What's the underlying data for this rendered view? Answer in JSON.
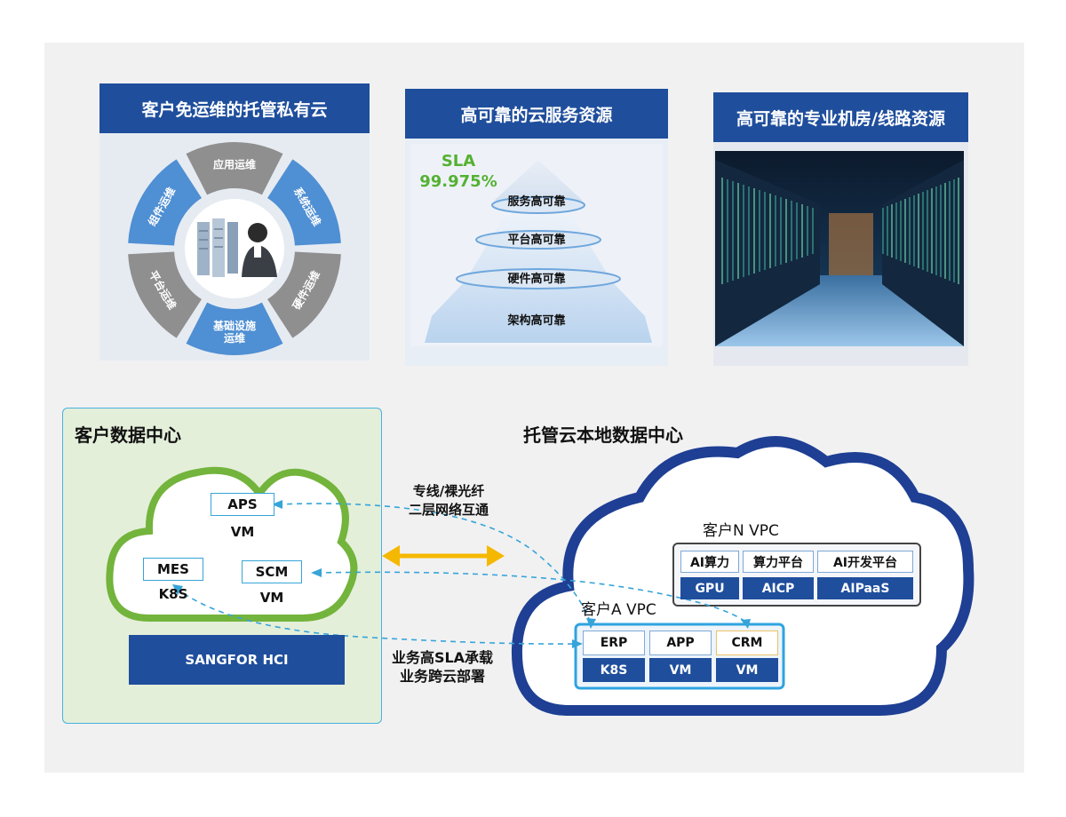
{
  "panels": {
    "managed_cloud": {
      "title": "客户免运维的托管私有云",
      "segments": [
        "应用运维",
        "系统运维",
        "硬件运维",
        "基础设施运维",
        "平台运维",
        "组件运维"
      ]
    },
    "cloud_service": {
      "title": "高可靠的云服务资源",
      "sla_label": "SLA",
      "sla_value": "99.975%",
      "levels": [
        "服务高可靠",
        "平台高可靠",
        "硬件高可靠",
        "架构高可靠"
      ]
    },
    "datacenter": {
      "title": "高可靠的专业机房/线路资源"
    }
  },
  "customer_dc": {
    "title": "客户数据中心",
    "aps": {
      "name": "APS",
      "type": "VM"
    },
    "mes": {
      "name": "MES",
      "type": "K8S"
    },
    "scm": {
      "name": "SCM",
      "type": "VM"
    },
    "hci": "SANGFOR HCI"
  },
  "links": {
    "top_line1": "专线/裸光纤",
    "top_line2": "二层网络互通",
    "bottom_line1": "业务高SLA承载",
    "bottom_line2": "业务跨云部署"
  },
  "hosted_dc": {
    "title": "托管云本地数据中心",
    "vpc_n": {
      "label": "客户N VPC",
      "cols": [
        {
          "top": "AI算力",
          "bottom": "GPU"
        },
        {
          "top": "算力平台",
          "bottom": "AICP"
        },
        {
          "top": "AI开发平台",
          "bottom": "AIPaaS"
        }
      ]
    },
    "vpc_a": {
      "label": "客户A VPC",
      "cols": [
        {
          "top": "ERP",
          "bottom": "K8S"
        },
        {
          "top": "APP",
          "bottom": "VM"
        },
        {
          "top": "CRM",
          "bottom": "VM"
        }
      ]
    }
  },
  "colors": {
    "brand_blue": "#1f4e9c",
    "accent_green": "#55b132",
    "link_cyan": "#36a4d8",
    "arrow_gold": "#f5b800"
  }
}
